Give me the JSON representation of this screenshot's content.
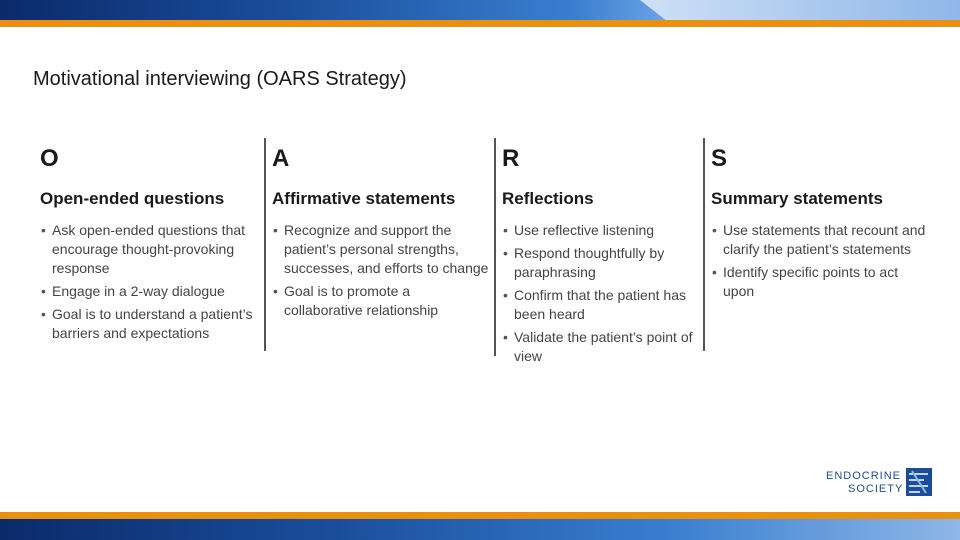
{
  "title": "Motivational interviewing (OARS Strategy)",
  "columns": [
    {
      "letter": "O",
      "heading": "Open-ended questions",
      "bullets": [
        "Ask open-ended questions that encourage thought-provoking response",
        "Engage in a 2-way dialogue",
        "Goal is to understand a patient’s barriers and expectations"
      ]
    },
    {
      "letter": "A",
      "heading": "Affirmative statements",
      "bullets": [
        "Recognize and support the patient’s personal strengths, successes, and efforts to change",
        "Goal is to promote a collaborative relationship"
      ]
    },
    {
      "letter": "R",
      "heading": "Reflections",
      "bullets": [
        "Use reflective listening",
        "Respond thoughtfully by paraphrasing",
        "Confirm that the patient has been heard",
        "Validate the patient’s point of view"
      ]
    },
    {
      "letter": "S",
      "heading": "Summary statements",
      "bullets": [
        "Use statements that recount and clarify the patient’s statements",
        "Identify specific points to act upon"
      ]
    }
  ],
  "logo": {
    "line1": "ENDOCRINE",
    "line2": "SOCIETY"
  },
  "colors": {
    "accent": "#e8900f",
    "brand": "#1a4e9c"
  }
}
